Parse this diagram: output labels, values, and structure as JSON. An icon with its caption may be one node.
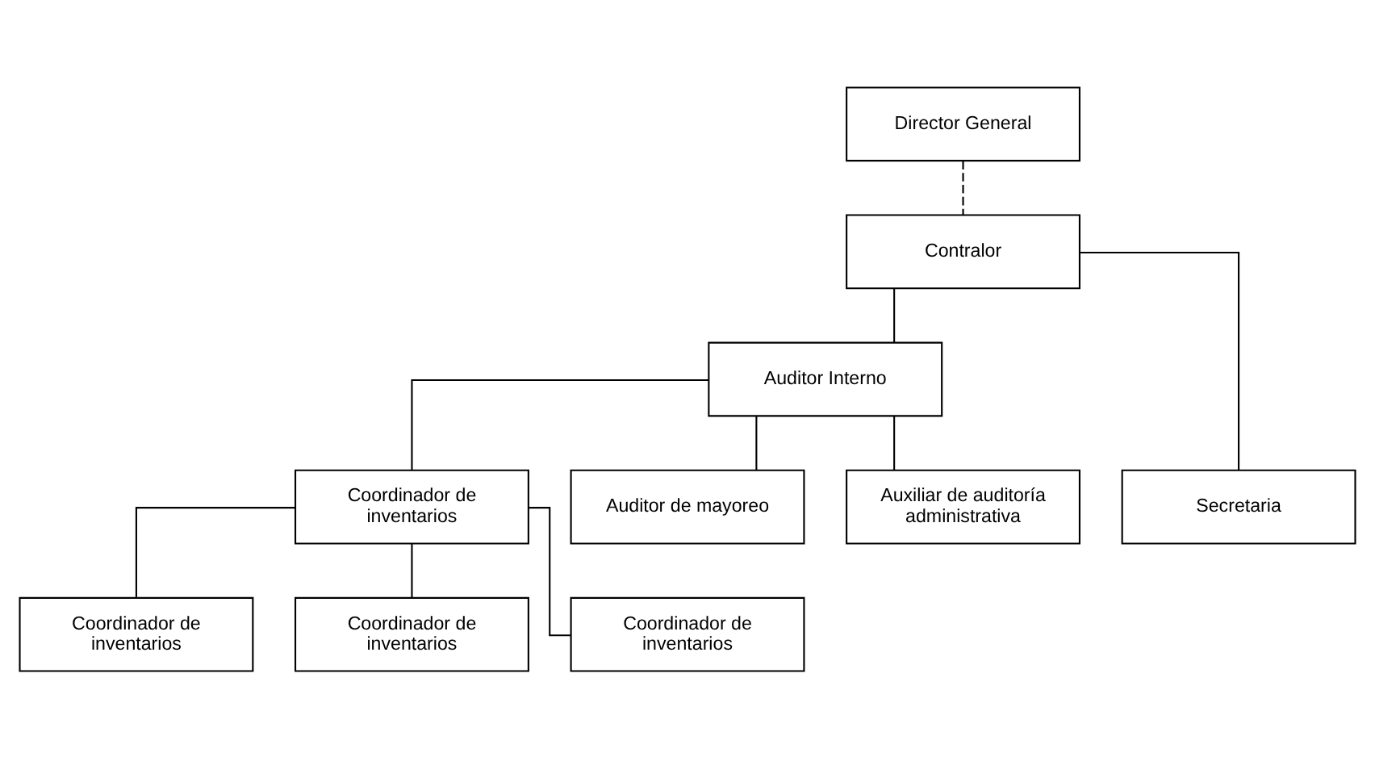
{
  "diagram": {
    "nodes": [
      {
        "text": [
          "Director General"
        ]
      },
      {
        "text": [
          "Contralor"
        ]
      },
      {
        "text": [
          "Auditor Interno"
        ]
      },
      {
        "text": [
          "Secretaria"
        ]
      },
      {
        "text": [
          "Coordinador de inventarios"
        ]
      },
      {
        "text": [
          "Auditor de mayoreo"
        ]
      },
      {
        "text": [
          "Auxiliar de auditoría administrativa"
        ]
      },
      {
        "text": [
          "Coordinador de inventarios"
        ]
      },
      {
        "text": [
          "Coordinador de inventarios"
        ]
      },
      {
        "text": [
          "Coordinador de inventarios"
        ]
      }
    ],
    "edges": [
      {
        "from": 0,
        "to": 1,
        "arrow": "none",
        "style": "dashed"
      },
      {
        "from": 1,
        "to": 3,
        "arrow": "none"
      },
      {
        "from": 1,
        "to": 2,
        "arrow": "none"
      },
      {
        "from": 2,
        "to": 4,
        "arrow": "none"
      },
      {
        "from": 2,
        "to": 5,
        "arrow": "none"
      },
      {
        "from": 2,
        "to": 6,
        "arrow": "none"
      },
      {
        "from": 4,
        "to": 7,
        "arrow": "none"
      },
      {
        "from": 4,
        "to": 8,
        "arrow": "none"
      },
      {
        "from": 4,
        "to": 9,
        "arrow": "none"
      }
    ]
  }
}
